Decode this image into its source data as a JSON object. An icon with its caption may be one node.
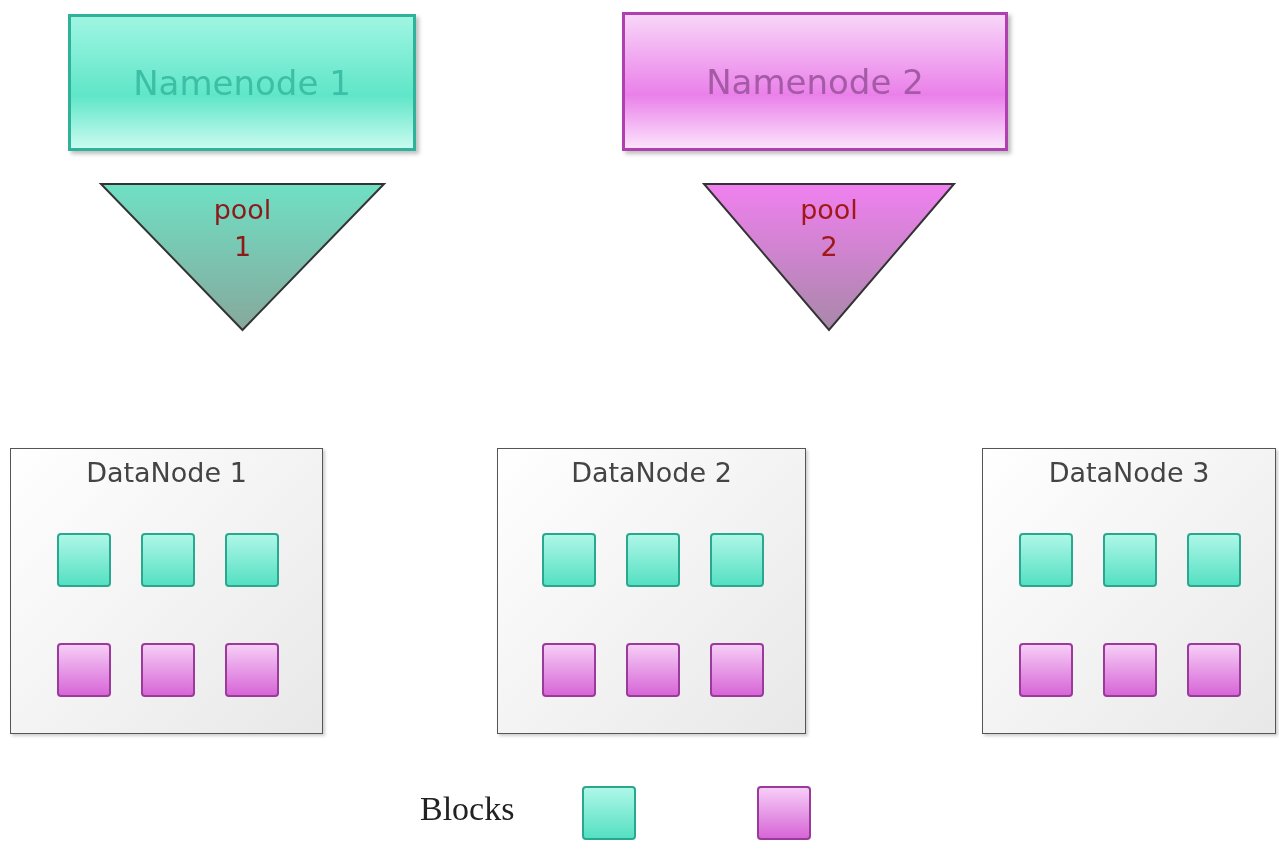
{
  "diagram": {
    "nodes": [
      {
        "text": [
          "Namenode 1"
        ]
      },
      {
        "text": [
          "Namenode 2"
        ]
      },
      {
        "text": [
          "pool 1"
        ]
      },
      {
        "text": [
          "pool 2"
        ]
      },
      {
        "text": [
          "DataNode 1"
        ]
      },
      {
        "text": [],
        "shape": "box",
        "in": 4
      },
      {
        "text": [],
        "shape": "box",
        "in": 4
      },
      {
        "text": [],
        "shape": "box",
        "in": 4
      },
      {
        "text": [],
        "shape": "box",
        "in": 4
      },
      {
        "text": [],
        "shape": "box",
        "in": 4
      },
      {
        "text": [],
        "shape": "box",
        "in": 4
      },
      {
        "text": [
          "DataNode 2"
        ]
      },
      {
        "text": [],
        "shape": "box",
        "in": 11
      },
      {
        "text": [],
        "shape": "box",
        "in": 11
      },
      {
        "text": [],
        "shape": "box",
        "in": 11
      },
      {
        "text": [],
        "shape": "box",
        "in": 11
      },
      {
        "text": [],
        "shape": "box",
        "in": 11
      },
      {
        "text": [],
        "shape": "box",
        "in": 11
      },
      {
        "text": [
          "DataNode 3"
        ]
      },
      {
        "text": [],
        "shape": "box",
        "in": 18
      },
      {
        "text": [],
        "shape": "box",
        "in": 18
      },
      {
        "text": [],
        "shape": "box",
        "in": 18
      },
      {
        "text": [],
        "shape": "box",
        "in": 18
      },
      {
        "text": [],
        "shape": "box",
        "in": 18
      },
      {
        "text": [],
        "shape": "box",
        "in": 18
      }
    ],
    "labels": [
      "Blocks"
    ]
  }
}
